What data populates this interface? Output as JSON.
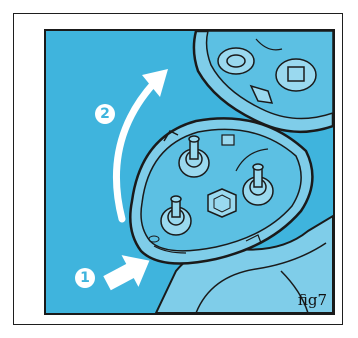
{
  "figure": {
    "caption": "fig7",
    "steps": [
      {
        "number": "1",
        "action": "press-release-button"
      },
      {
        "number": "2",
        "action": "lift-head-holder"
      }
    ]
  },
  "colors": {
    "background": "#3fb4dd",
    "badge": "#ffffff",
    "outline": "#1a1a1a",
    "device": "#7fcde9"
  }
}
